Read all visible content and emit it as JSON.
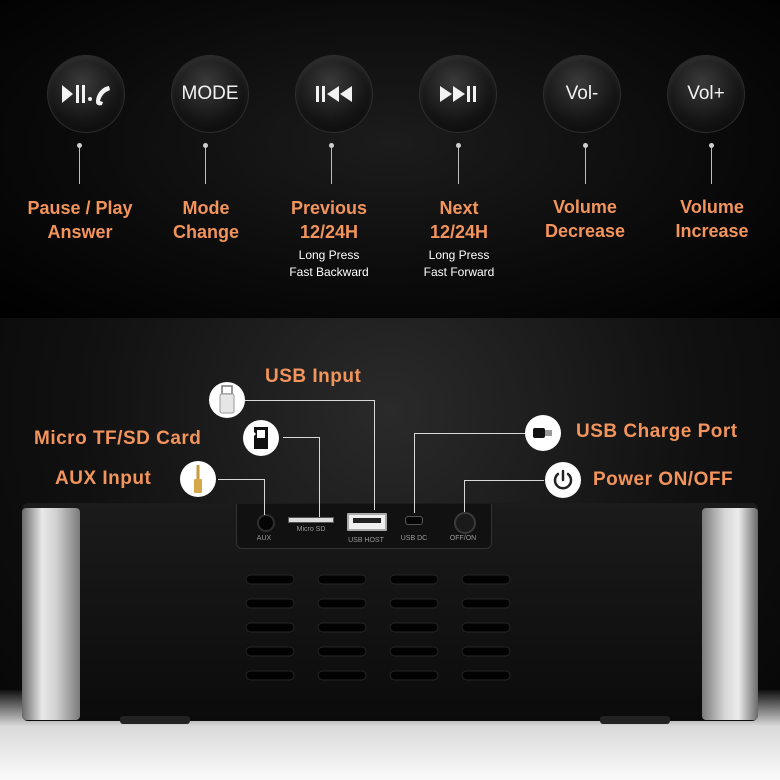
{
  "buttons": [
    {
      "icon": "play-pause-call-icon",
      "label_lines": [
        "Pause / Play",
        "Answer"
      ],
      "sub_lines": []
    },
    {
      "text": "MODE",
      "label_lines": [
        "Mode",
        "Change"
      ],
      "sub_lines": []
    },
    {
      "icon": "previous-track-icon",
      "label_lines": [
        "Previous",
        "12/24H"
      ],
      "sub_lines": [
        "Long Press",
        "Fast Backward"
      ]
    },
    {
      "icon": "next-track-icon",
      "label_lines": [
        "Next",
        "12/24H"
      ],
      "sub_lines": [
        "Long Press",
        "Fast Forward"
      ]
    },
    {
      "text": "Vol-",
      "label_lines": [
        "Volume",
        "Decrease"
      ],
      "sub_lines": []
    },
    {
      "text": "Vol+",
      "label_lines": [
        "Volume",
        "Increase"
      ],
      "sub_lines": []
    }
  ],
  "callouts": {
    "usb_input": "USB Input",
    "micro_sd": "Micro TF/SD Card",
    "aux": "AUX Input",
    "usb_charge": "USB Charge Port",
    "power": "Power ON/OFF"
  },
  "ports": {
    "aux": "AUX",
    "micro_sd": "Micro SD",
    "usb_host": "USB HOST",
    "usb_dc": "USB DC",
    "off_on": "OFF/ON"
  },
  "colors": {
    "accent": "#f2945c"
  }
}
